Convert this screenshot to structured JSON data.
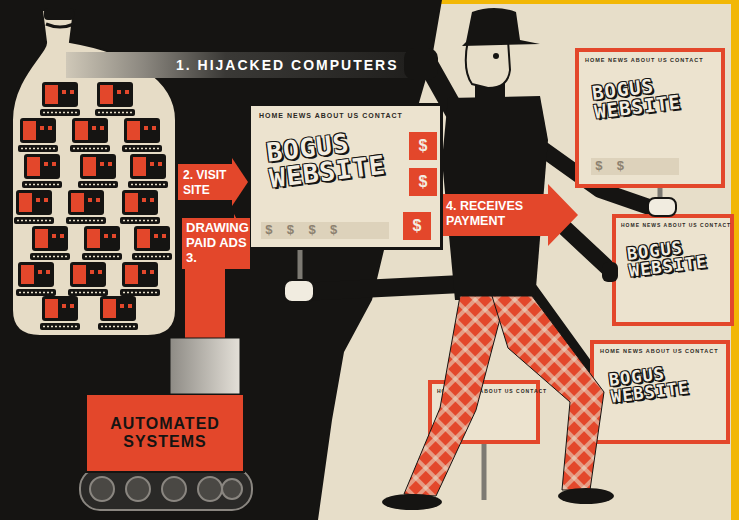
{
  "diagram": {
    "nodes": [
      {
        "text": [
          "1. HIJACKED COMPUTERS"
        ]
      },
      {
        "text": [
          "HOME NEWS ABOUT US CONTACT",
          "BOGUS WEBSITE",
          "$",
          "$",
          "$ $ $ $",
          "$"
        ]
      },
      {
        "text": [
          "AUTOMATED SYSTEMS"
        ]
      },
      {
        "text": [
          "HOME NEWS ABOUT US CONTACT",
          "BOGUS WEBSITE",
          "$ $"
        ]
      },
      {
        "text": [
          "HOME NEWS ABOUT US CONTACT",
          "BOGUS WEBSITE"
        ]
      },
      {
        "text": [
          "HOME NEWS ABOUT US CONTACT",
          "BOGUS WEBSITE"
        ]
      },
      {
        "text": [
          "HOME NEWS ABOUT US CONTACT"
        ]
      }
    ],
    "edges": [
      {
        "from": 0,
        "to": 1,
        "label": "2. VISIT SITE",
        "arrow": "to"
      },
      {
        "from": 2,
        "to": 1,
        "label": "DRAWING PAID ADS 3.",
        "arrow": "to"
      }
    ],
    "labels": [
      "4. RECEIVES PAYMENT"
    ]
  }
}
